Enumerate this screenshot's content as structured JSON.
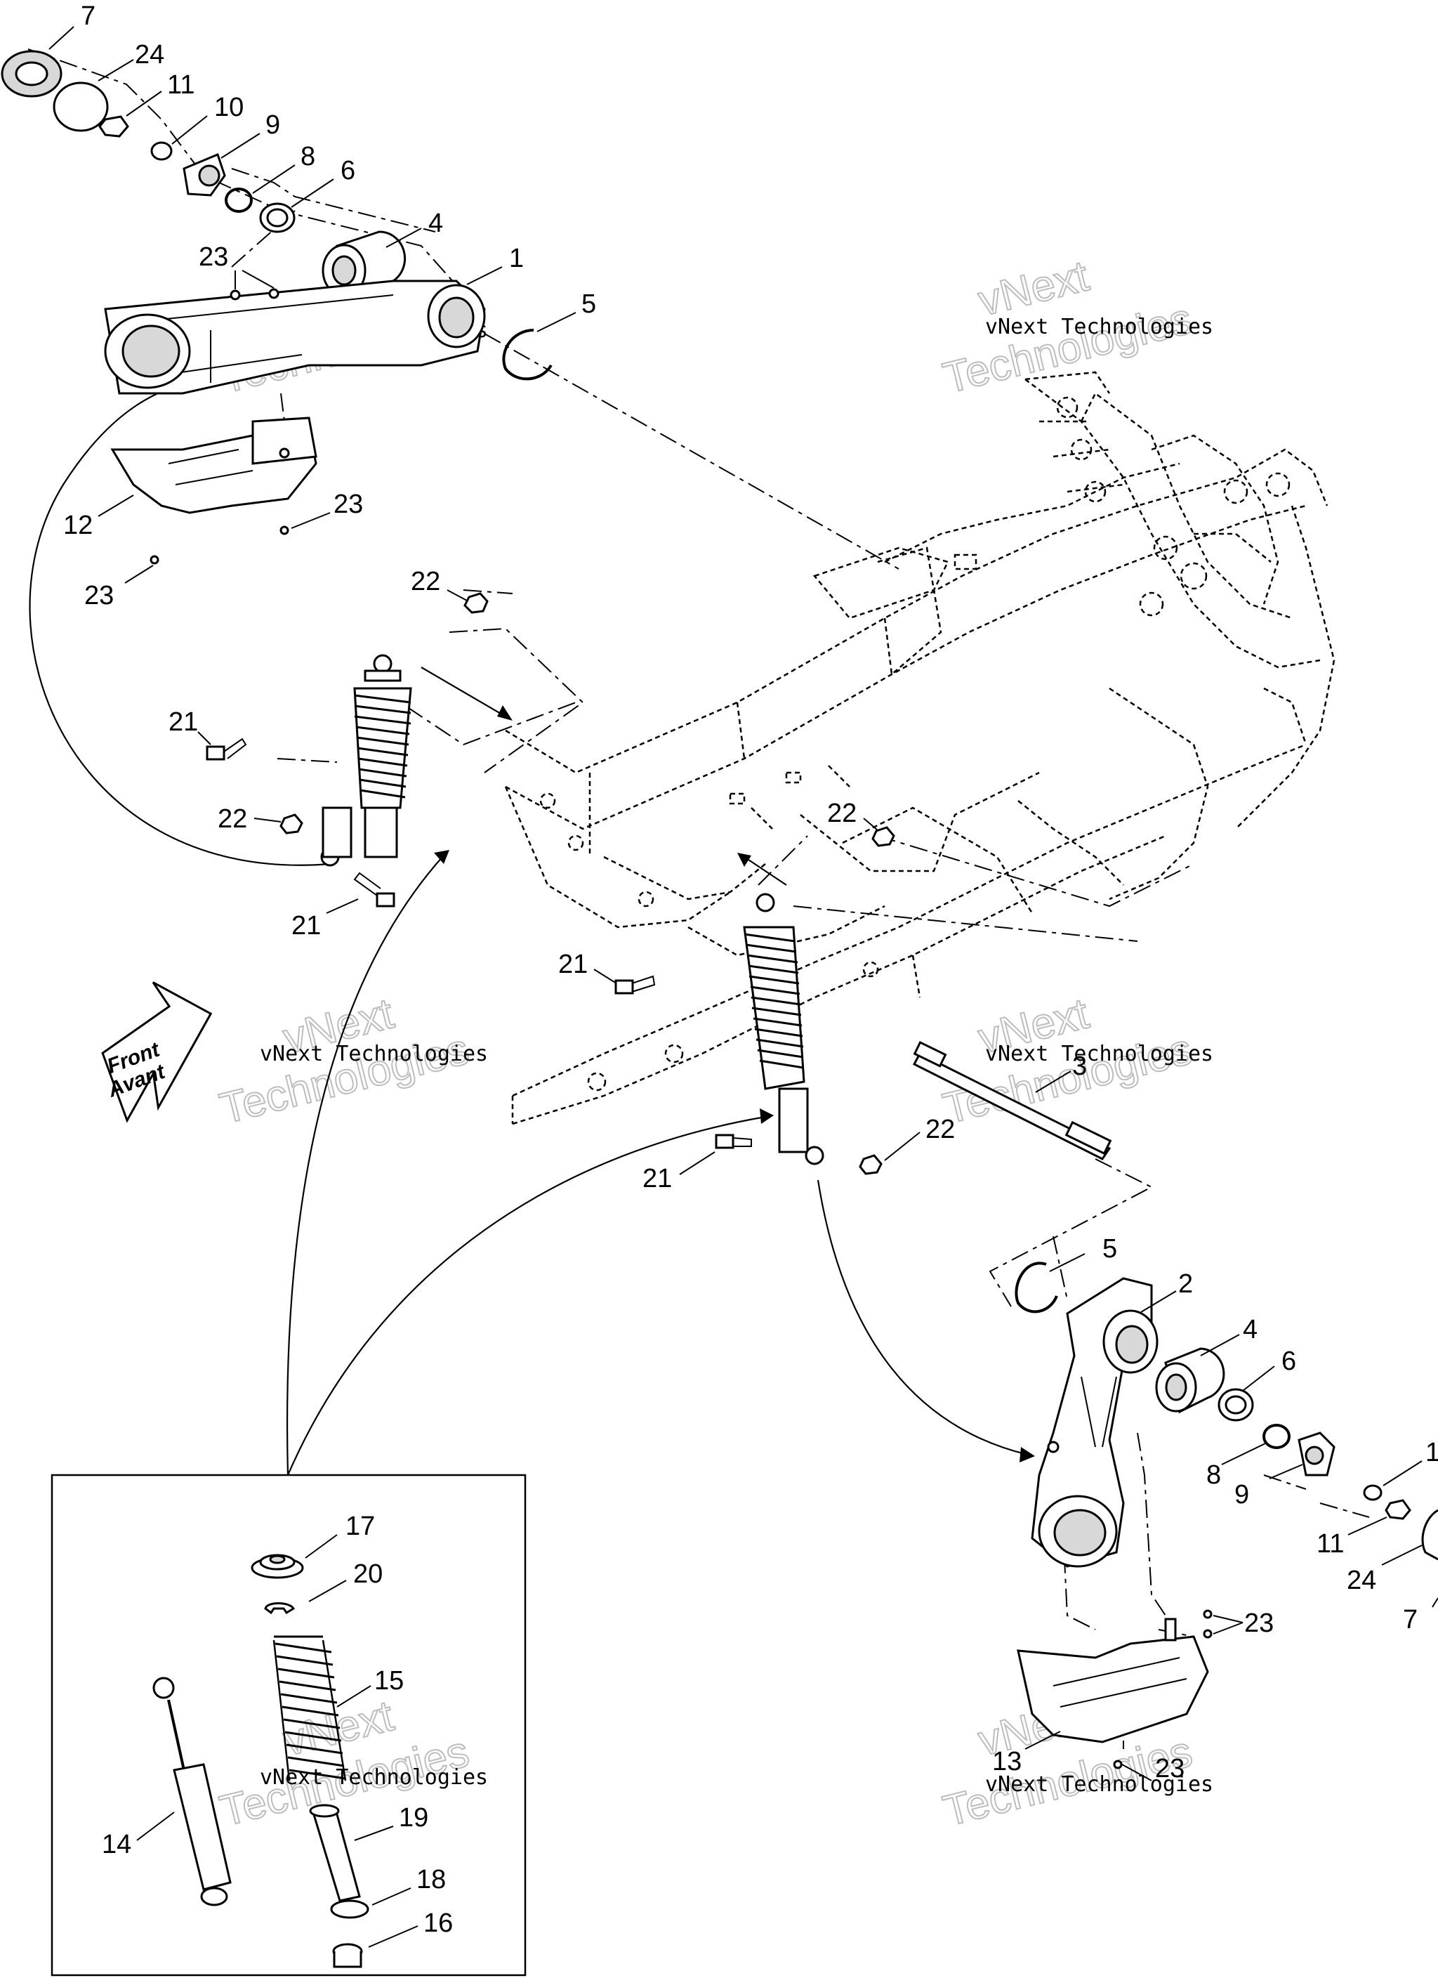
{
  "watermark": {
    "line1": "vNext Technologies",
    "big_top": "vNext",
    "big_bottom": "Technologies"
  },
  "front_badge": {
    "line1": "Front",
    "line2": "Avant"
  },
  "callouts": {
    "c7_tl": "7",
    "c24_tl": "24",
    "c11_tl": "11",
    "c10_tl": "10",
    "c9_tl": "9",
    "c8_tl": "8",
    "c6_tl": "6",
    "c4_tl": "4",
    "c23_tl": "23",
    "c1": "1",
    "c5_tl": "5",
    "c12": "12",
    "c23_ml": "23",
    "c23_bl": "23",
    "c22_a": "22",
    "c21_a": "21",
    "c22_b": "22",
    "c21_b": "21",
    "c22_c": "22",
    "c21_c": "21",
    "c3": "3",
    "c22_d": "22",
    "c21_d": "21",
    "c5_r": "5",
    "c2": "2",
    "c4_r": "4",
    "c6_r": "6",
    "c10_r": "1",
    "c8_r": "8",
    "c9_r": "9",
    "c11_r": "11",
    "c24_r": "24",
    "c7_r": "7",
    "c23_r": "23",
    "c13": "13",
    "c23_rb": "23",
    "c17": "17",
    "c20": "20",
    "c15": "15",
    "c14": "14",
    "c19": "19",
    "c18": "18",
    "c16": "16"
  }
}
